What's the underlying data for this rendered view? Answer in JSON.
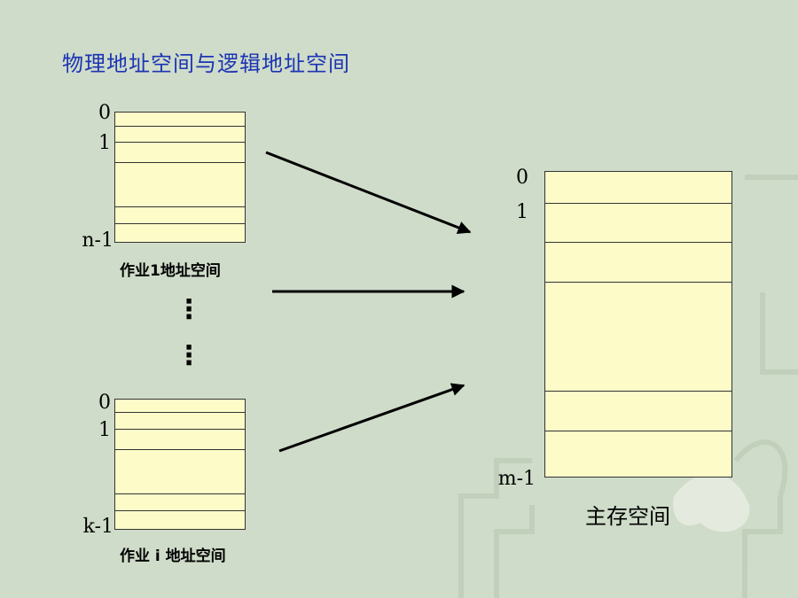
{
  "title": "物理地址空间与逻辑地址空间",
  "job1": {
    "index_top": "0",
    "index_second": "1",
    "index_last": "n-1",
    "caption": "作业1地址空间"
  },
  "jobi": {
    "index_top": "0",
    "index_second": "1",
    "index_last": "k-1",
    "caption": "作业 i 地址空间"
  },
  "main_memory": {
    "index_top": "0",
    "index_second": "1",
    "index_last": "m-1",
    "caption": "主存空间"
  },
  "ellipsis": "⋮",
  "colors": {
    "background": "#cfdcc9",
    "title": "#1c34b4",
    "block_fill": "#fdfcc9",
    "stroke": "#000000"
  }
}
